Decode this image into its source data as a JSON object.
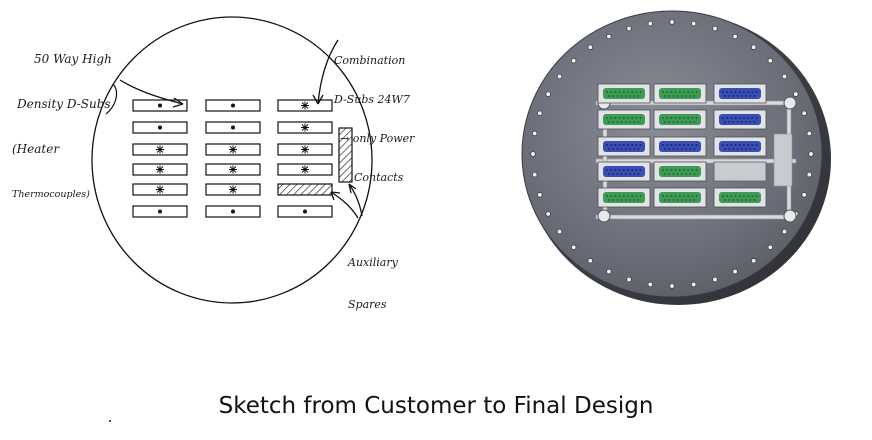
{
  "sketch": {
    "labels": {
      "high_density": [
        "50 Way High",
        "Density D-Subs",
        "(Heater",
        "Thermocouples)"
      ],
      "combination": [
        "Combination",
        "D-Subs 24W7",
        "→ only Power",
        "Contacts"
      ],
      "auxiliary": [
        "Auxiliary",
        "Spares"
      ]
    },
    "columns": [
      {
        "name": "left",
        "marks": [
          "dot",
          "dot",
          "star",
          "star",
          "star",
          "dot"
        ]
      },
      {
        "name": "middle",
        "marks": [
          "dot",
          "dot",
          "star",
          "star",
          "star",
          "dot"
        ]
      },
      {
        "name": "right",
        "marks": [
          "star",
          "star",
          "star",
          "star",
          "hatched",
          "dot"
        ]
      }
    ],
    "auxiliary_slot": "hatched-vertical"
  },
  "cad": {
    "plate_color": "#6b6e78",
    "rows": [
      [
        "green",
        "green",
        "blue"
      ],
      [
        "green",
        "green",
        "blue"
      ],
      [
        "blue",
        "blue",
        "blue"
      ],
      [
        "blue",
        "green",
        "blank"
      ],
      [
        "green",
        "green",
        "green"
      ]
    ],
    "bolt_count": 40
  },
  "caption": "Sketch from Customer to Final Design"
}
